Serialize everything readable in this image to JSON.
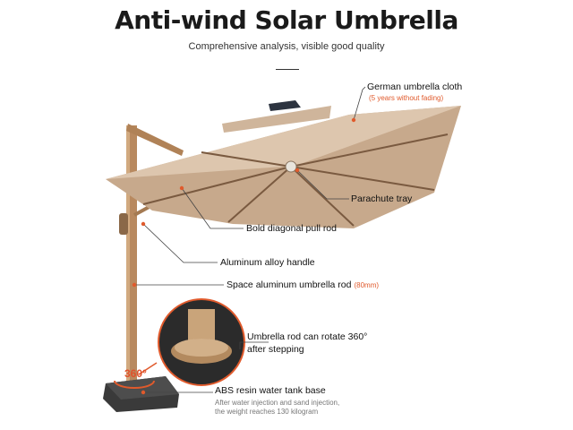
{
  "header": {
    "title": "Anti-wind Solar Umbrella",
    "subtitle": "Comprehensive analysis, visible good quality"
  },
  "labels": {
    "cloth": "German umbrella cloth",
    "cloth_note": "(5 years without fading)",
    "tray": "Parachute tray",
    "pull_rod": "Bold diagonal pull rod",
    "handle": "Aluminum alloy handle",
    "rod": "Space aluminum umbrella rod",
    "rod_note": "(80mm)",
    "rotate_line1": "Umbrella rod can rotate 360°",
    "rotate_line2": "after stepping",
    "base": "ABS resin water tank base",
    "base_note_line1": "After water injection and sand injection,",
    "base_note_line2": "the weight reaches 130 kilogram",
    "rotation_badge": "360°"
  },
  "colors": {
    "accent": "#e05a2c",
    "canopy": "#cdb196",
    "pole": "#b8895f",
    "base": "#3a3a3a"
  }
}
